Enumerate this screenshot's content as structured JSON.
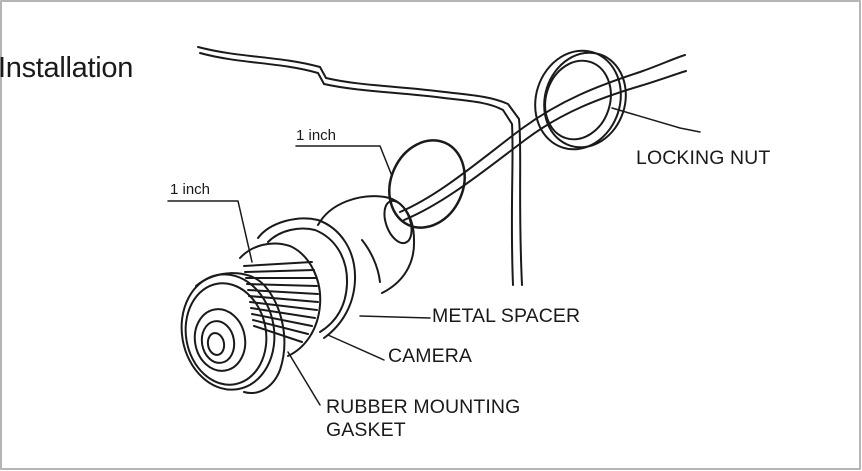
{
  "title": "Installation",
  "labels": {
    "locking_nut": "LOCKING NUT",
    "metal_spacer": "METAL SPACER",
    "camera": "CAMERA",
    "rubber_gasket_line1": "RUBBER MOUNTING",
    "rubber_gasket_line2": "GASKET",
    "hole_size_upper": "1 inch",
    "hole_size_lower": "1 inch"
  },
  "colors": {
    "line": "#1a1a1a",
    "frame": "#b5b5b5",
    "background": "#ffffff"
  }
}
